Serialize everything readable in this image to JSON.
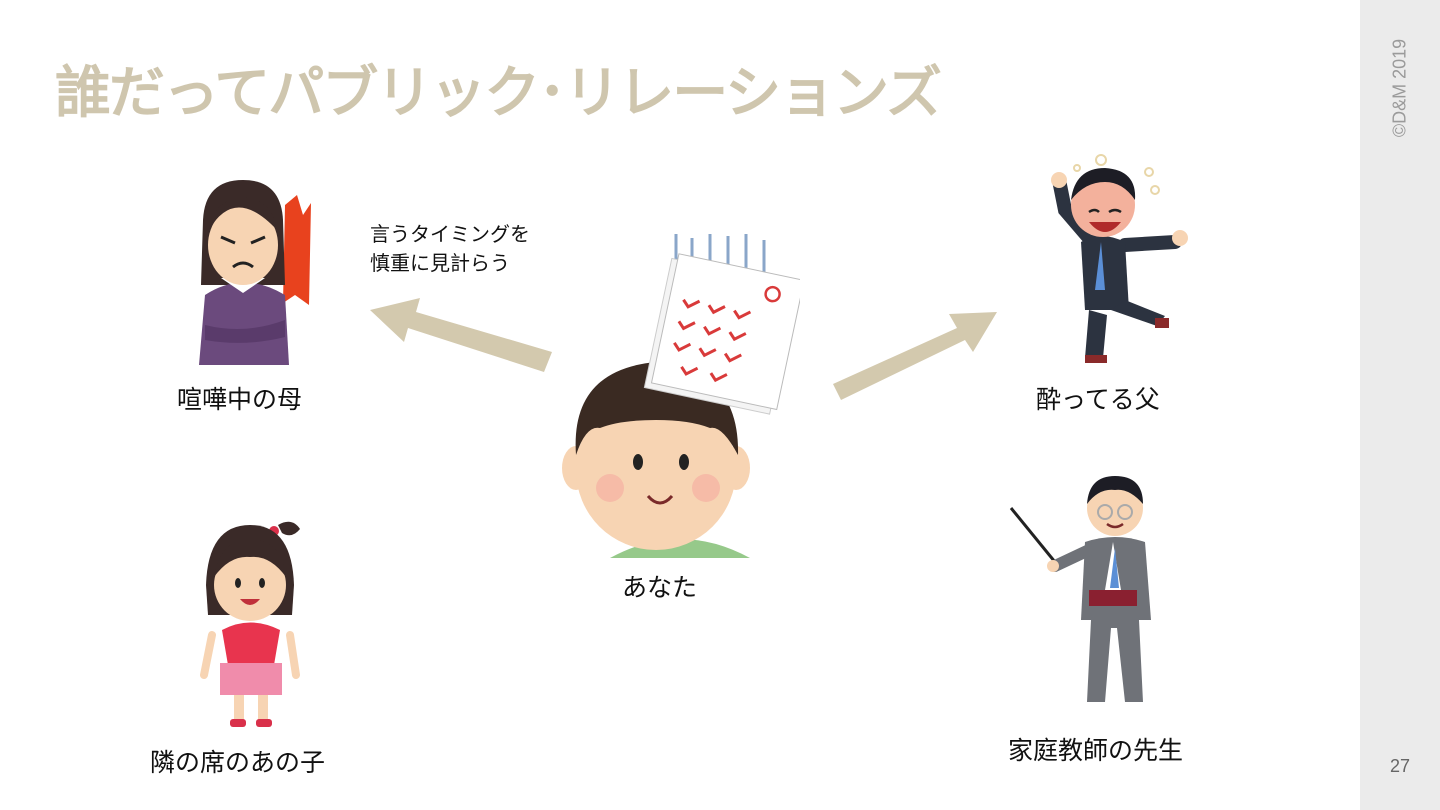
{
  "slide": {
    "title": "誰だってパブリック･リレーションズ",
    "copyright": "©D&M 2019",
    "page_number": "27"
  },
  "people": {
    "mother": "喧嘩中の母",
    "father": "酔ってる父",
    "you": "あなた",
    "girl": "隣の席のあの子",
    "tutor": "家庭教師の先生"
  },
  "note": {
    "line1": "言うタイミングを",
    "line2": "慎重に見計らう"
  },
  "colors": {
    "title": "#cfc6ae",
    "arrow": "#d3c9ae",
    "sidebar": "#ebebeb"
  }
}
